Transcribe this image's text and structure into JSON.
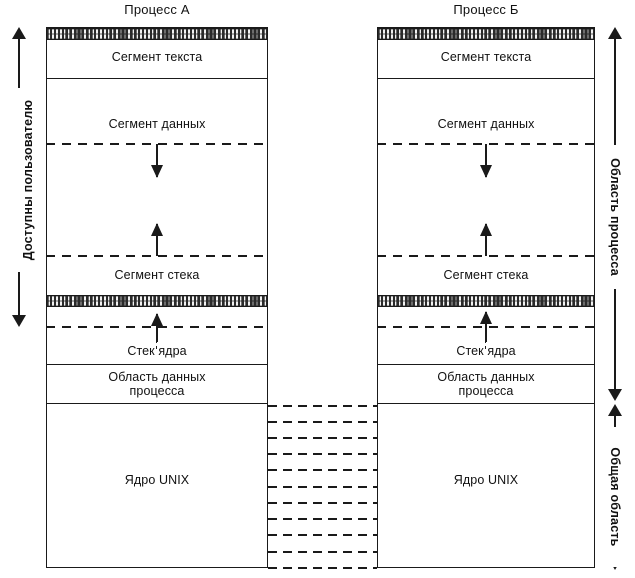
{
  "diagram": {
    "title_left_column": "Процесс А",
    "title_right_column": "Процесс Б",
    "left_annotation": "Доступны пользователю",
    "right_annotation_top": "Область процесса",
    "right_annotation_bottom": "Общая область",
    "segments": [
      {
        "id": "text-segment",
        "label": "Сегмент текста"
      },
      {
        "id": "data-segment",
        "label": "Сегмент данных"
      },
      {
        "id": "stack-segment",
        "label": "Сегмент стека"
      },
      {
        "id": "kernel-stack",
        "label": "Стек ядра"
      },
      {
        "id": "process-data-area",
        "label": "Область данных\nпроцесса"
      },
      {
        "id": "unix-kernel",
        "label": "Ядро UNIX"
      }
    ],
    "colors": {
      "line": "#1a1a1a",
      "background": "#ffffff",
      "band_fill": "#f2f2f2"
    },
    "connector_line_count": 11
  }
}
